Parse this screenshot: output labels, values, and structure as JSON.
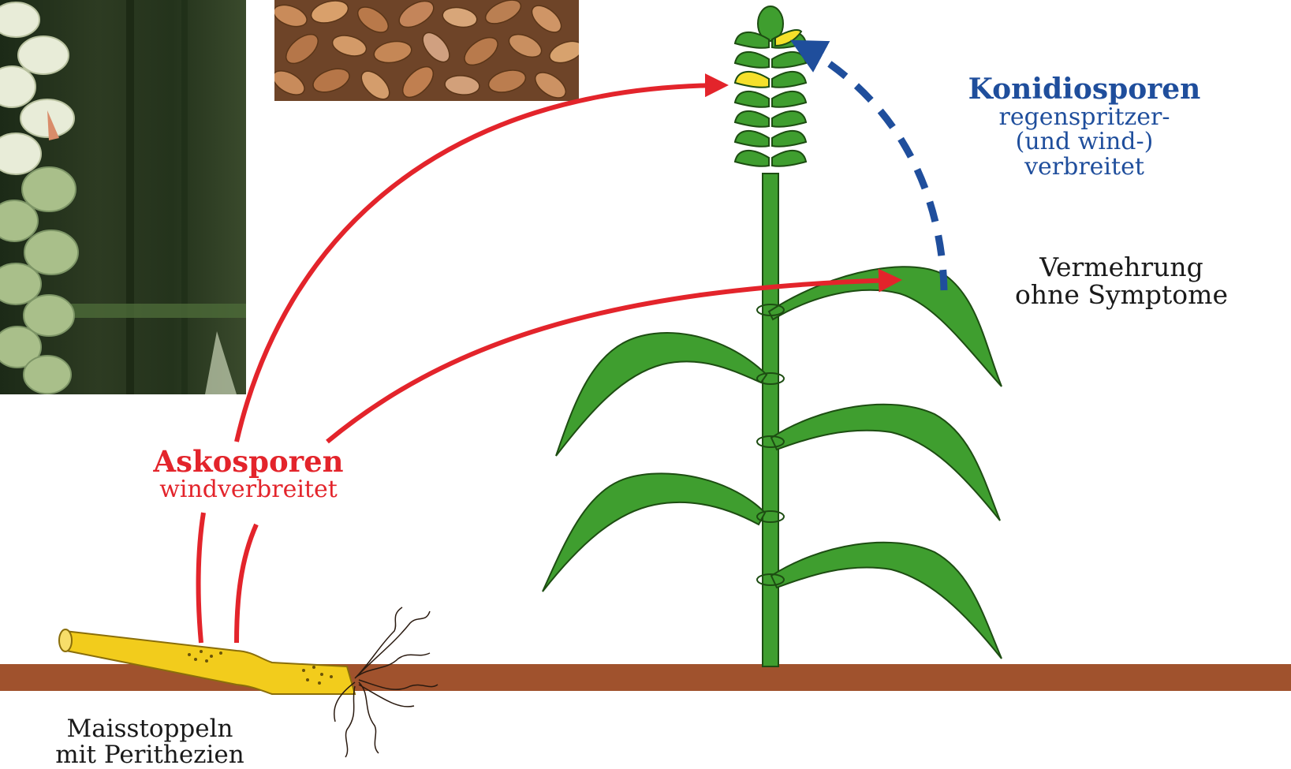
{
  "labels": {
    "askosporen": {
      "title": "Askosporen",
      "subtitle": "windverbreitet"
    },
    "konidiosporen": {
      "title": "Konidiosporen",
      "line1": "regenspritzer-",
      "line2": "(und wind-)",
      "line3": "verbreitet"
    },
    "vermehrung": {
      "line1": "Vermehrung",
      "line2": "ohne Symptome"
    },
    "maisstoppeln": {
      "line1": "Maisstoppeln",
      "line2": "mit Perithezien"
    }
  },
  "colors": {
    "askosporen_arrow": "#e3242b",
    "konidiosporen_arrow": "#1f4e9c",
    "plant": "#3f9e2f",
    "plant_outline": "#1d4d12",
    "soil": "#a0522d",
    "stubble": "#f2cc1c",
    "infected_spikelet": "#f5e02a"
  },
  "photos": [
    {
      "name": "wheat-ear-photo",
      "subject": "wheat ear close-up"
    },
    {
      "name": "grain-photo",
      "subject": "wheat grains"
    }
  ]
}
